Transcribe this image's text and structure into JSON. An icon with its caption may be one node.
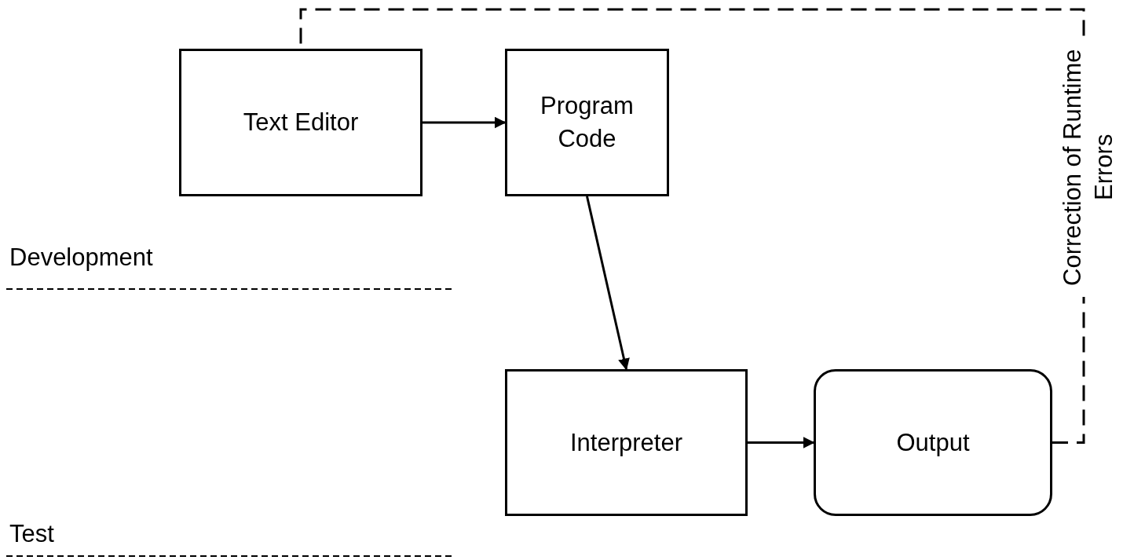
{
  "diagram": {
    "nodes": [
      {
        "text": [
          "Text Editor"
        ]
      },
      {
        "text": [
          "Program Code"
        ]
      },
      {
        "text": [
          "Interpreter"
        ]
      },
      {
        "text": [
          "Output"
        ]
      }
    ],
    "edges": [
      {
        "from": 0,
        "to": 1,
        "arrow": "to"
      },
      {
        "from": 1,
        "to": 2,
        "arrow": "to"
      },
      {
        "from": 2,
        "to": 3,
        "arrow": "to"
      },
      {
        "from": 3,
        "to": 0,
        "arrow": "none",
        "style": "dashed",
        "label": "Correction of Runtime Errors"
      }
    ],
    "labels": [
      "Development",
      "Test"
    ]
  }
}
